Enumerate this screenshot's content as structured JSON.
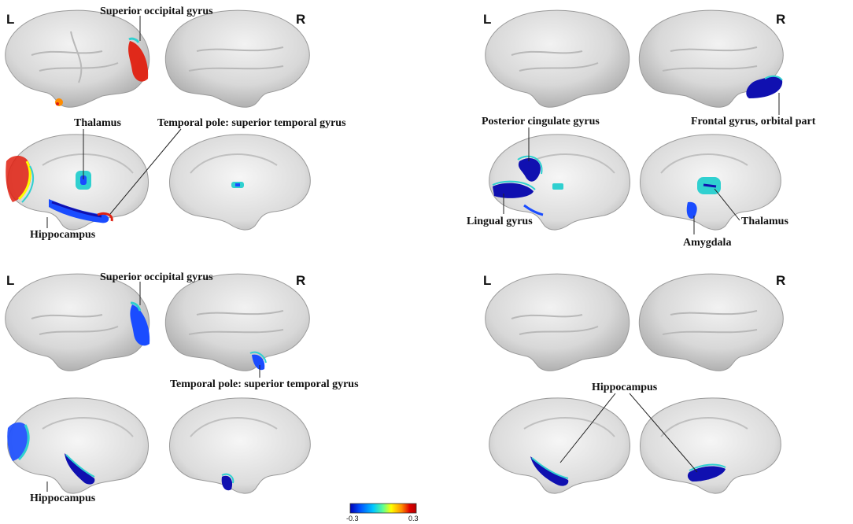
{
  "panels": [
    {
      "left_side": "L",
      "right_side": "R",
      "labels": {
        "superior_occipital": "Superior occipital gyrus",
        "thalamus": "Thalamus",
        "temporal_pole": "Temporal pole: superior temporal gyrus",
        "hippocampus": "Hippocampus"
      }
    },
    {
      "left_side": "L",
      "right_side": "R",
      "labels": {
        "posterior_cingulate": "Posterior cingulate gyrus",
        "frontal_orbital": "Frontal gyrus, orbital part",
        "lingual": "Lingual gyrus",
        "thalamus": "Thalamus",
        "amygdala": "Amygdala"
      }
    },
    {
      "left_side": "L",
      "right_side": "R",
      "labels": {
        "superior_occipital": "Superior occipital gyrus",
        "temporal_pole": "Temporal pole: superior temporal gyrus",
        "hippocampus": "Hippocampus"
      }
    },
    {
      "left_side": "L",
      "right_side": "R",
      "labels": {
        "hippocampus": "Hippocampus"
      }
    }
  ],
  "colorbar": {
    "min_label": "-0.3",
    "max_label": "0.3",
    "min": -0.3,
    "max": 0.3,
    "colors": [
      "#0000b4",
      "#0050ff",
      "#00c8ff",
      "#60ff90",
      "#ffff00",
      "#ff8c00",
      "#e00000",
      "#b40000"
    ]
  },
  "colors": {
    "brain_fill": "#d6d6d6",
    "brain_stroke": "#9a9a9a",
    "negative_deep": "#1010b0",
    "negative_mid": "#1a4cff",
    "neutral_cyan": "#30d0d0",
    "positive": "#e02010"
  }
}
